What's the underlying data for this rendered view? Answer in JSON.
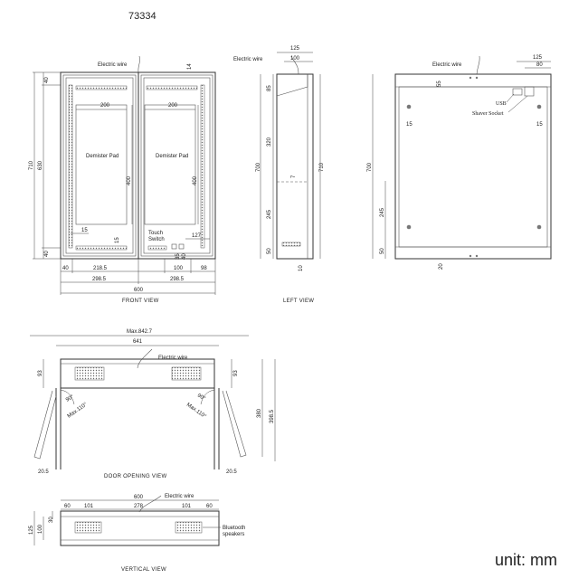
{
  "model_number": "73334",
  "unit_note": "unit: mm",
  "views": {
    "front": "FRONT VIEW",
    "left": "LEFT VIEW",
    "door_opening": "DOOR   OPENING   VIEW",
    "vertical": "VERTICAL VIEW"
  },
  "labels": {
    "electric_wire": "Electric wire",
    "demister_pad": "Demister Pad",
    "touch_switch_1": "Touch",
    "touch_switch_2": "Switch",
    "usb": "USB",
    "shaver_socket": "Shaver Socket",
    "bluetooth_1": "Bluetooth",
    "bluetooth_2": "speakers"
  },
  "dims": {
    "front": {
      "h_total": "710",
      "h_inner": "630",
      "top": "40",
      "bottom": "40",
      "pad_w_left": "200",
      "pad_w_right": "200",
      "pad_h": "400",
      "d15": "15",
      "d15b": "15",
      "top_edge": "14",
      "w40": "40",
      "w218": "218.5",
      "w298l": "298.5",
      "w298r": "298.5",
      "w600": "600",
      "w100": "100",
      "w98": "98",
      "d127": "127",
      "d35": "35",
      "d40b": "40"
    },
    "left": {
      "w125": "125",
      "w100": "100",
      "d85": "85",
      "d320": "320",
      "d245": "245",
      "d50": "50",
      "h700": "700",
      "h710": "710",
      "d7": "7",
      "d10": "10"
    },
    "back": {
      "w125": "125",
      "w80": "80",
      "d55": "55",
      "d15l": "15",
      "d15r": "15",
      "h700": "700",
      "d245": "245",
      "d50": "50",
      "d20": "20"
    },
    "door": {
      "max": "Max.842.7",
      "w641": "641",
      "d93l": "93",
      "d93r": "93",
      "a90l": "90°",
      "a90r": "90°",
      "max110l": "Max.110°",
      "max110r": "Max.110°",
      "h380": "380",
      "h398": "398.5",
      "d20l": "20.5",
      "d20r": "20.5"
    },
    "vertical": {
      "w600": "600",
      "w60l": "60",
      "w101l": "101",
      "w278": "278",
      "w101r": "101",
      "w60r": "60",
      "h125": "125",
      "h100": "100",
      "h30": "30"
    }
  }
}
